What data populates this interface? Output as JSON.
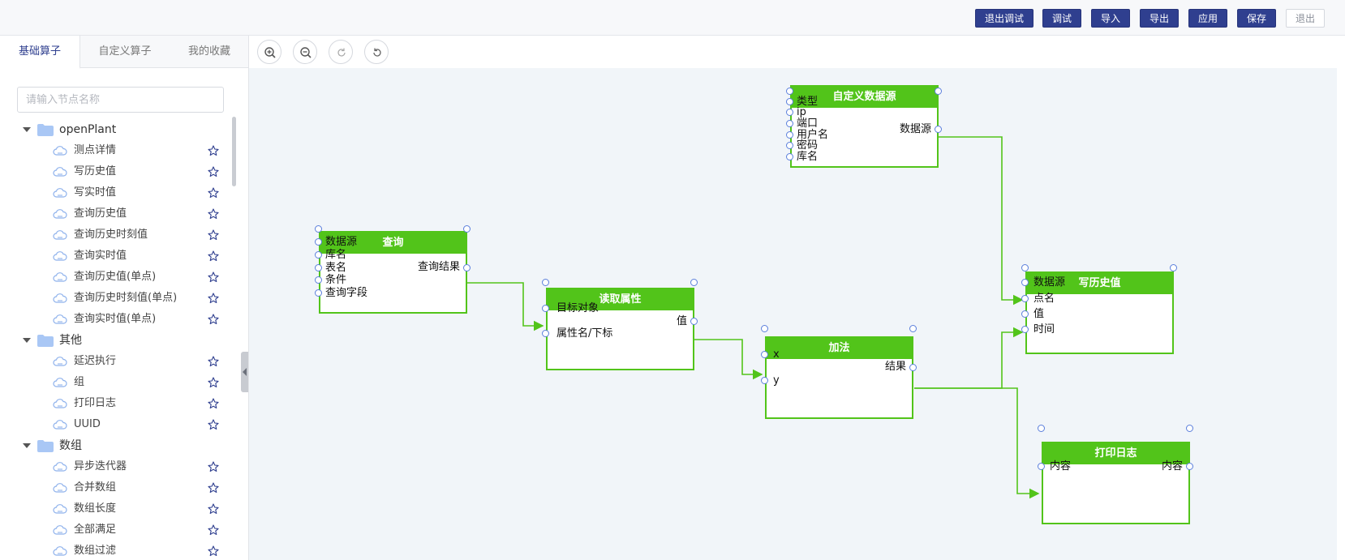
{
  "toolbar": {
    "exit_debug": "退出调试",
    "debug": "调试",
    "import": "导入",
    "export": "导出",
    "apply": "应用",
    "save": "保存",
    "exit": "退出"
  },
  "tabs": [
    "基础算子",
    "自定义算子",
    "我的收藏"
  ],
  "search": {
    "placeholder": "请输入节点名称"
  },
  "tree": {
    "group1": {
      "label": "openPlant",
      "items": [
        "测点详情",
        "写历史值",
        "写实时值",
        "查询历史值",
        "查询历史时刻值",
        "查询实时值",
        "查询历史值(单点)",
        "查询历史时刻值(单点)",
        "查询实时值(单点)"
      ]
    },
    "group2": {
      "label": "其他",
      "items": [
        "延迟执行",
        "组",
        "打印日志",
        "UUID"
      ]
    },
    "group3": {
      "label": "数组",
      "items": [
        "异步迭代器",
        "合并数组",
        "数组长度",
        "全部满足",
        "数组过滤"
      ]
    }
  },
  "nodes": {
    "custom_source": {
      "title": "自定义数据源",
      "inputs": [
        "类型",
        "ip",
        "端口",
        "用户名",
        "密码",
        "库名"
      ],
      "output": "数据源"
    },
    "query": {
      "title": "查询",
      "inputs": [
        "数据源",
        "库名",
        "表名",
        "条件",
        "查询字段"
      ],
      "output": "查询结果"
    },
    "read_attr": {
      "title": "读取属性",
      "inputs": [
        "目标对象",
        "属性名/下标"
      ],
      "output": "值"
    },
    "add": {
      "title": "加法",
      "inputs": [
        "x",
        "y"
      ],
      "output": "结果"
    },
    "write_history": {
      "title": "写历史值",
      "inputs": [
        "数据源",
        "点名",
        "值",
        "时间"
      ]
    },
    "print_log": {
      "title": "打印日志",
      "input": "内容",
      "output": "内容"
    }
  },
  "colors": {
    "node_green": "#52c41a",
    "port_blue": "#5b7fdc",
    "toolbar_blue": "#2f3f8f",
    "canvas_bg": "#f1f5f9"
  }
}
